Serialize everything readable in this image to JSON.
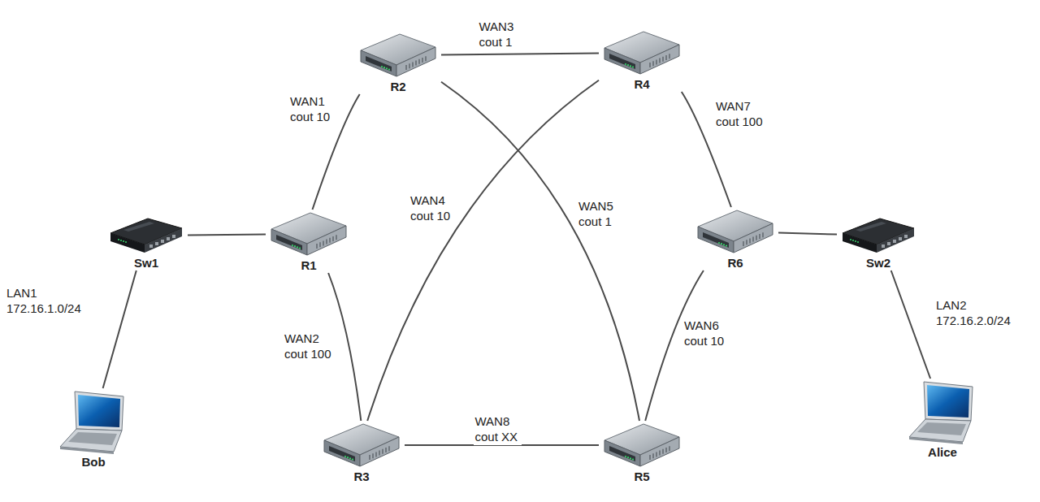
{
  "diagram": {
    "nodes": [
      {
        "text": [
          "R2"
        ]
      },
      {
        "text": [
          "R4"
        ]
      },
      {
        "text": [
          "Sw1"
        ]
      },
      {
        "text": [
          "R1"
        ]
      },
      {
        "text": [
          "R6"
        ]
      },
      {
        "text": [
          "Sw2"
        ]
      },
      {
        "text": [
          "R3"
        ]
      },
      {
        "text": [
          "R5"
        ]
      },
      {
        "text": [
          "Bob"
        ]
      },
      {
        "text": [
          "Alice"
        ]
      }
    ],
    "edges": [
      {
        "from": 0,
        "to": 1,
        "arrow": "none",
        "label": "WAN3 cout 1"
      },
      {
        "from": 3,
        "to": 0,
        "arrow": "none",
        "label": "WAN1 cout 10"
      },
      {
        "from": 6,
        "to": 1,
        "arrow": "none",
        "label": "WAN4 cout 10"
      },
      {
        "from": 0,
        "to": 7,
        "arrow": "none",
        "label": "WAN5 cout 1"
      },
      {
        "from": 1,
        "to": 4,
        "arrow": "none",
        "label": "WAN7 cout 100"
      },
      {
        "from": 3,
        "to": 6,
        "arrow": "none",
        "label": "WAN2 cout 100"
      },
      {
        "from": 6,
        "to": 7,
        "arrow": "none",
        "label": "WAN8 cout XX"
      },
      {
        "from": 7,
        "to": 4,
        "arrow": "none",
        "label": "WAN6 cout 10"
      },
      {
        "from": 2,
        "to": 3,
        "arrow": "none"
      },
      {
        "from": 8,
        "to": 2,
        "arrow": "none",
        "label": "LAN1 172.16.1.0/24"
      },
      {
        "from": 4,
        "to": 5,
        "arrow": "none"
      },
      {
        "from": 5,
        "to": 9,
        "arrow": "none",
        "label": "LAN2 172.16.2.0/24"
      }
    ]
  }
}
